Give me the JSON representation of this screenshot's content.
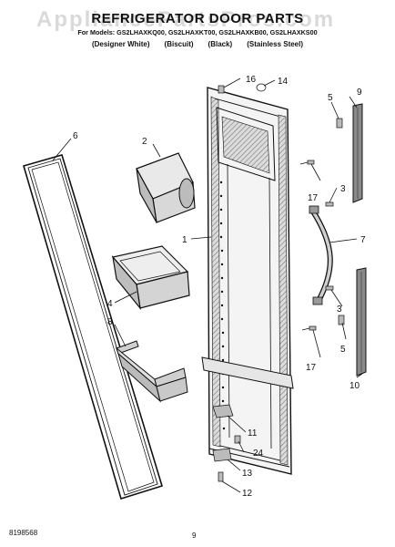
{
  "header": {
    "title": "REFRIGERATOR DOOR PARTS",
    "models_line": "For Models: GS2LHAXKQ00, GS2LHAXKT00, GS2LHAXKB00, GS2LHAXKS00",
    "watermark": "AppliancePartsPros.com",
    "variants": [
      "(Designer White)",
      "(Biscuit)",
      "(Black)",
      "(Stainless Steel)"
    ]
  },
  "callouts": {
    "c1": "1",
    "c2": "2",
    "c3a": "3",
    "c3b": "3",
    "c4": "4",
    "c5a": "5",
    "c5b": "5",
    "c6": "6",
    "c7": "7",
    "c8": "8",
    "c9": "9",
    "c10": "10",
    "c11": "11",
    "c12": "12",
    "c13": "13",
    "c14": "14",
    "c16": "16",
    "c17a": "17",
    "c17b": "17",
    "c24": "24"
  },
  "footer": {
    "doc_number": "8198568",
    "page_number": "9"
  },
  "colors": {
    "line": "#111111",
    "shade": "#6a6a6a",
    "light": "#cfcfcf"
  }
}
